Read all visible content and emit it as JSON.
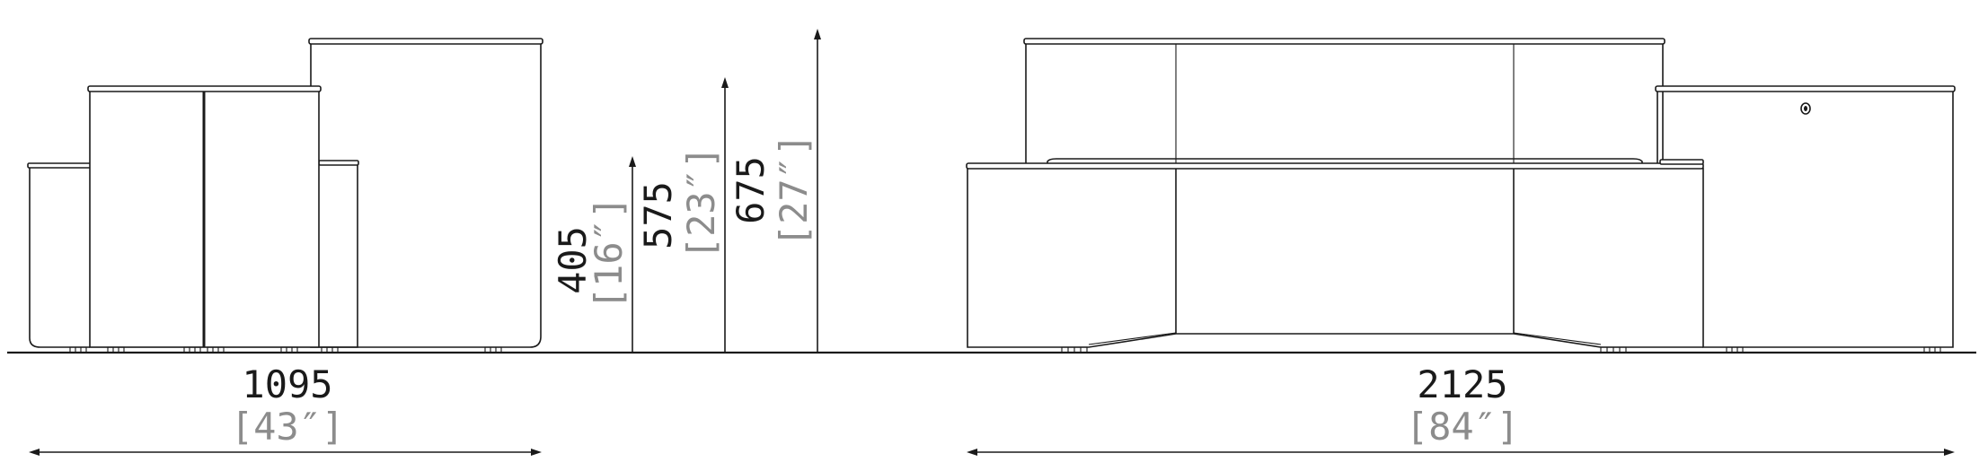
{
  "dimensions": {
    "width_side": {
      "mm": "1095",
      "inch": "[43″]"
    },
    "width_front": {
      "mm": "2125",
      "inch": "[84″]"
    },
    "height_low": {
      "mm": "405",
      "inch": "[16″]"
    },
    "height_mid": {
      "mm": "575",
      "inch": "[23″]"
    },
    "height_high": {
      "mm": "675",
      "inch": "[27″]"
    }
  },
  "colors": {
    "line": "#1a1a1a",
    "secondary_text": "#8c8c8c",
    "background": "#ffffff"
  }
}
